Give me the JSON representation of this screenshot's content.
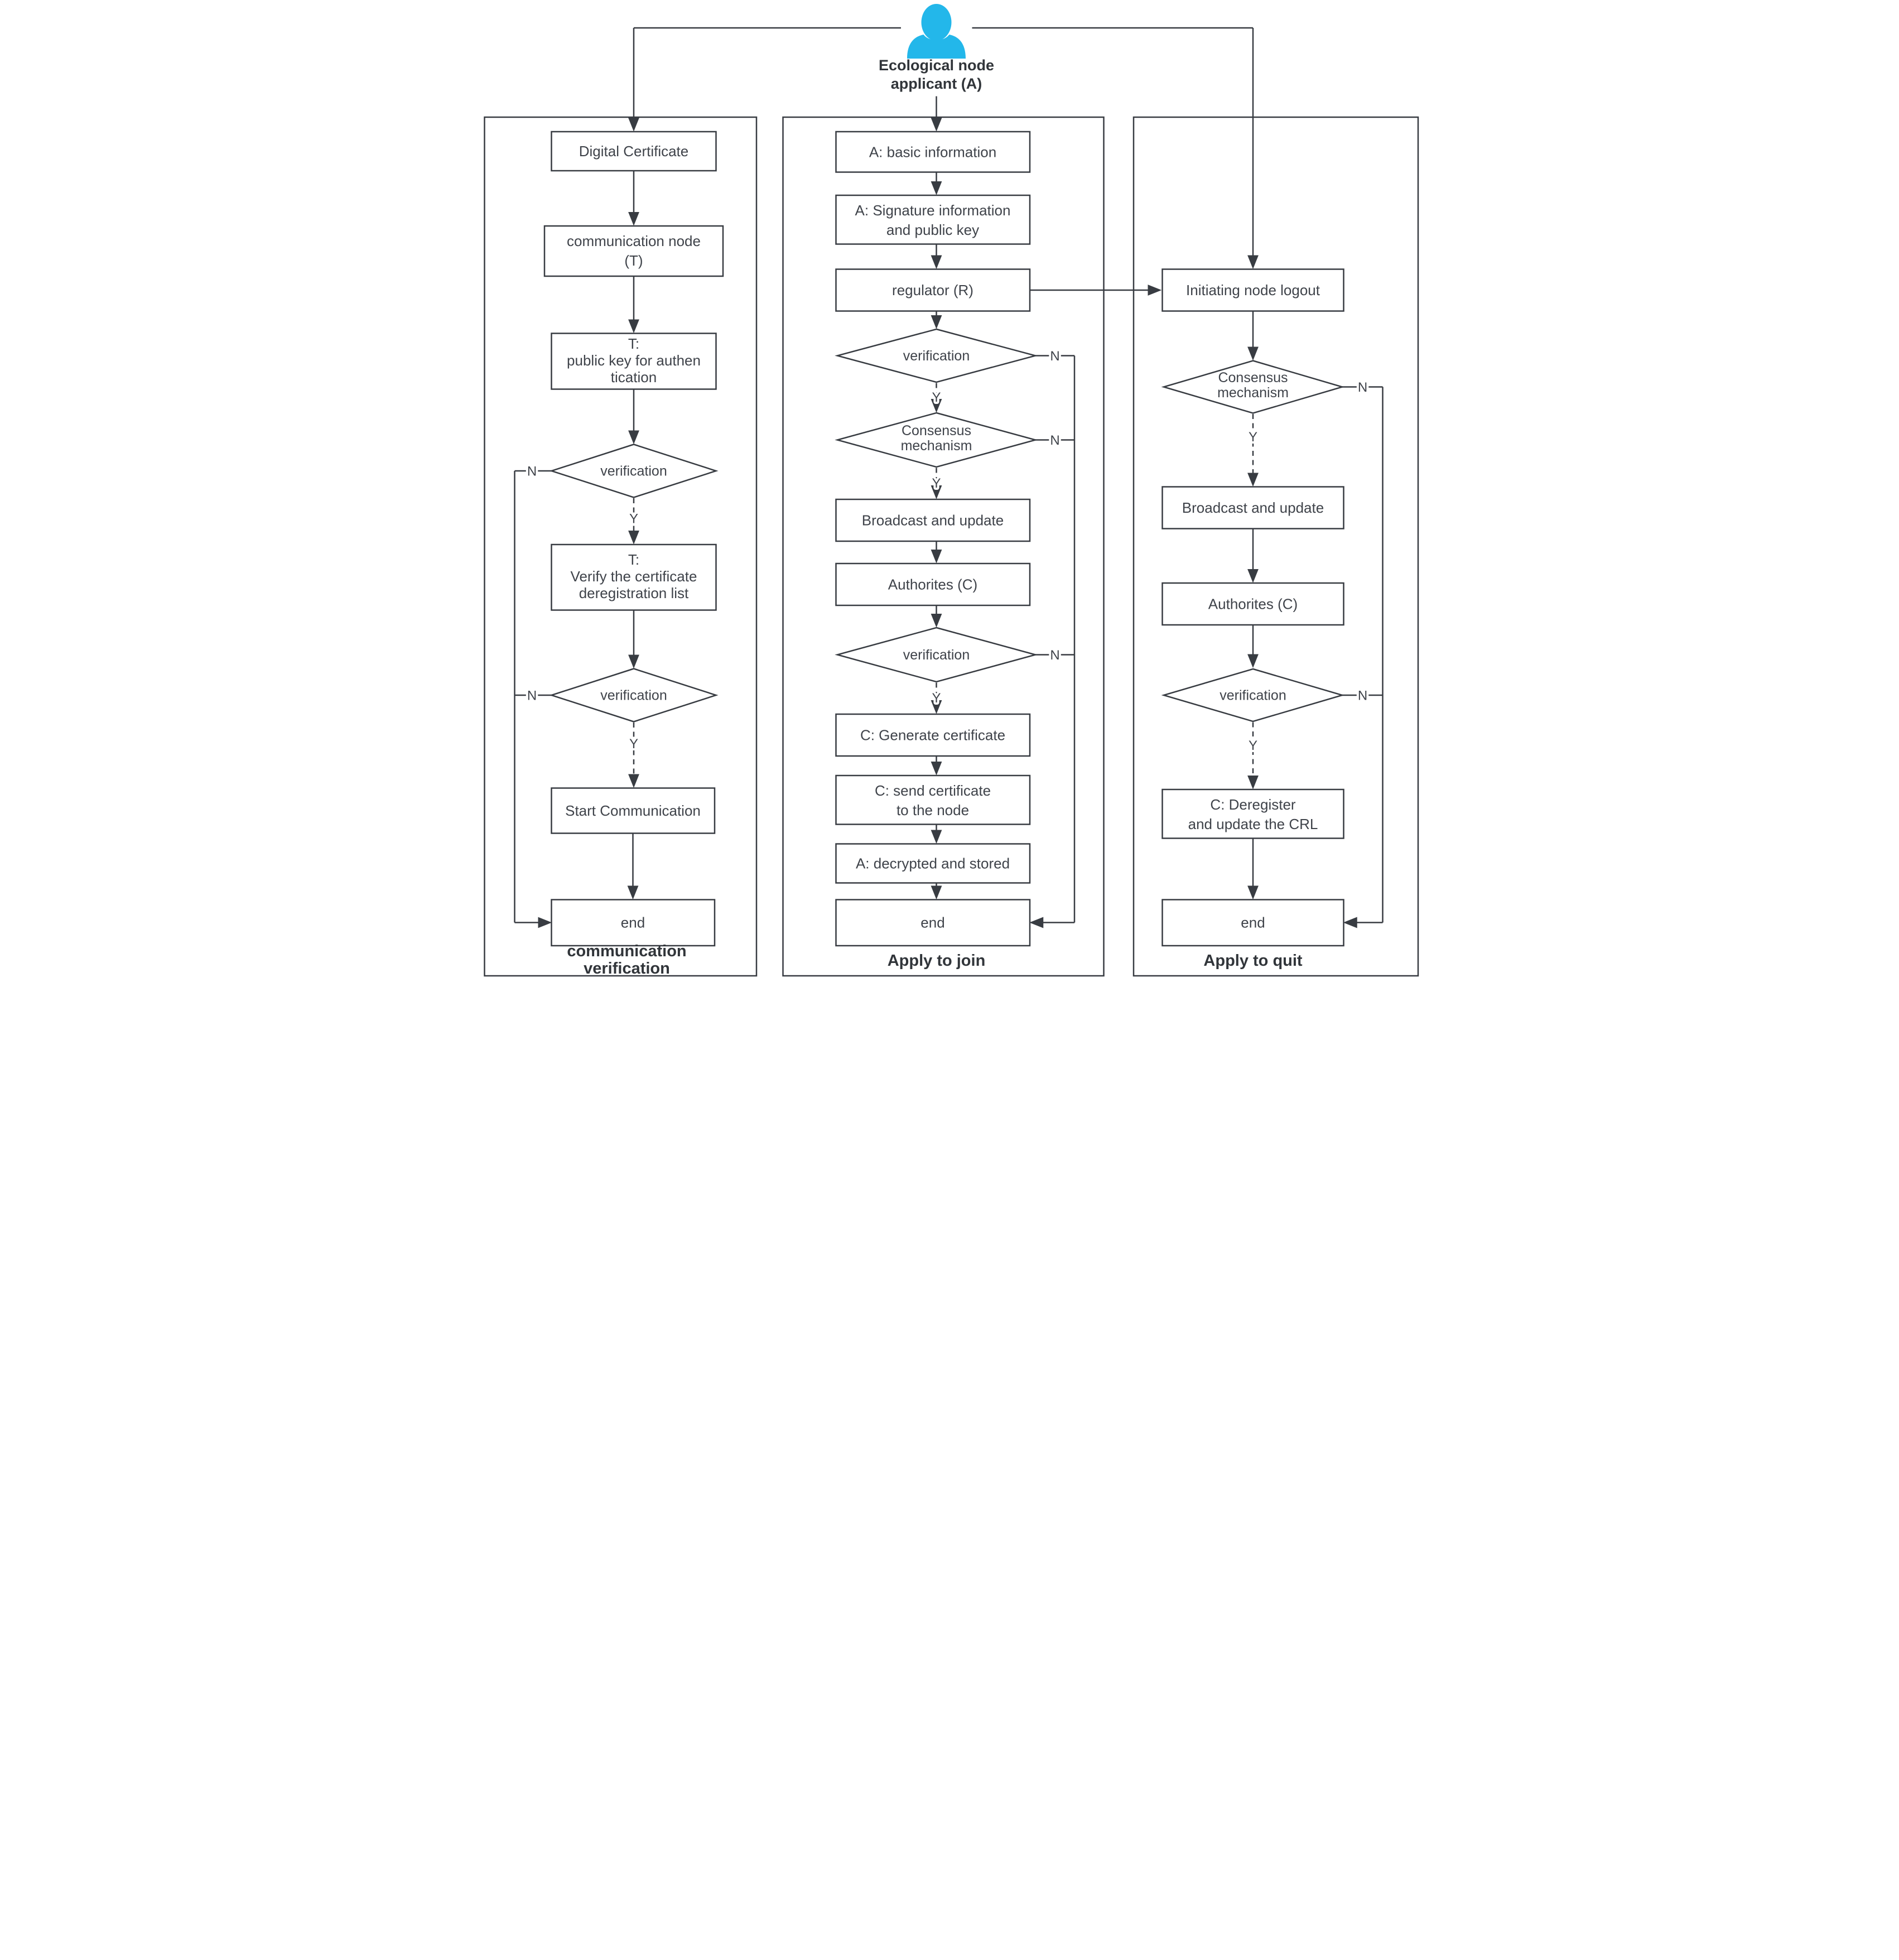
{
  "person": {
    "lines": [
      "Ecological node",
      "applicant  (A)"
    ]
  },
  "branch": {
    "yes": "Y",
    "no": "N"
  },
  "columns": {
    "left": {
      "title": [
        "communication",
        "verification"
      ]
    },
    "middle": {
      "title": [
        "Apply to join"
      ]
    },
    "right": {
      "title": [
        "Apply to quit"
      ]
    }
  },
  "nodes": {
    "left_digital_certificate": [
      "Digital Certificate"
    ],
    "left_communication_node": [
      "communication node",
      "(T)"
    ],
    "left_public_key": [
      "T:",
      "public key for authen",
      "tication"
    ],
    "left_verification_1": [
      "verification"
    ],
    "left_verify_crl": [
      "T:",
      "Verify the certificate",
      "deregistration list"
    ],
    "left_verification_2": [
      "verification"
    ],
    "left_start_communication": [
      "Start Communication"
    ],
    "left_end": [
      "end"
    ],
    "mid_basic_info": [
      "A:  basic information"
    ],
    "mid_signature": [
      "A:  Signature information",
      "and public key"
    ],
    "mid_regulator": [
      "regulator  (R)"
    ],
    "mid_verification_1": [
      "verification"
    ],
    "mid_consensus": [
      "Consensus",
      "mechanism"
    ],
    "mid_broadcast": [
      "Broadcast and update"
    ],
    "mid_authorities": [
      "Authorites  (C)"
    ],
    "mid_verification_2": [
      "verification"
    ],
    "mid_generate_cert": [
      "C:  Generate  certificate"
    ],
    "mid_send_cert": [
      "C:  send certificate",
      "to the node"
    ],
    "mid_decrypted": [
      "A:  decrypted and stored"
    ],
    "mid_end": [
      "end"
    ],
    "right_initiating_logout": [
      "Initiating node logout"
    ],
    "right_consensus": [
      "Consensus",
      "mechanism"
    ],
    "right_broadcast": [
      "Broadcast and update"
    ],
    "right_authorities": [
      "Authorites  (C)"
    ],
    "right_verification": [
      "verification"
    ],
    "right_deregister": [
      "C:  Deregister",
      "and update the CRL"
    ],
    "right_end": [
      "end"
    ]
  },
  "colors": {
    "accent": "#23b7ea",
    "line": "#383c42",
    "text": "#3f434a",
    "background": "#ffffff"
  }
}
